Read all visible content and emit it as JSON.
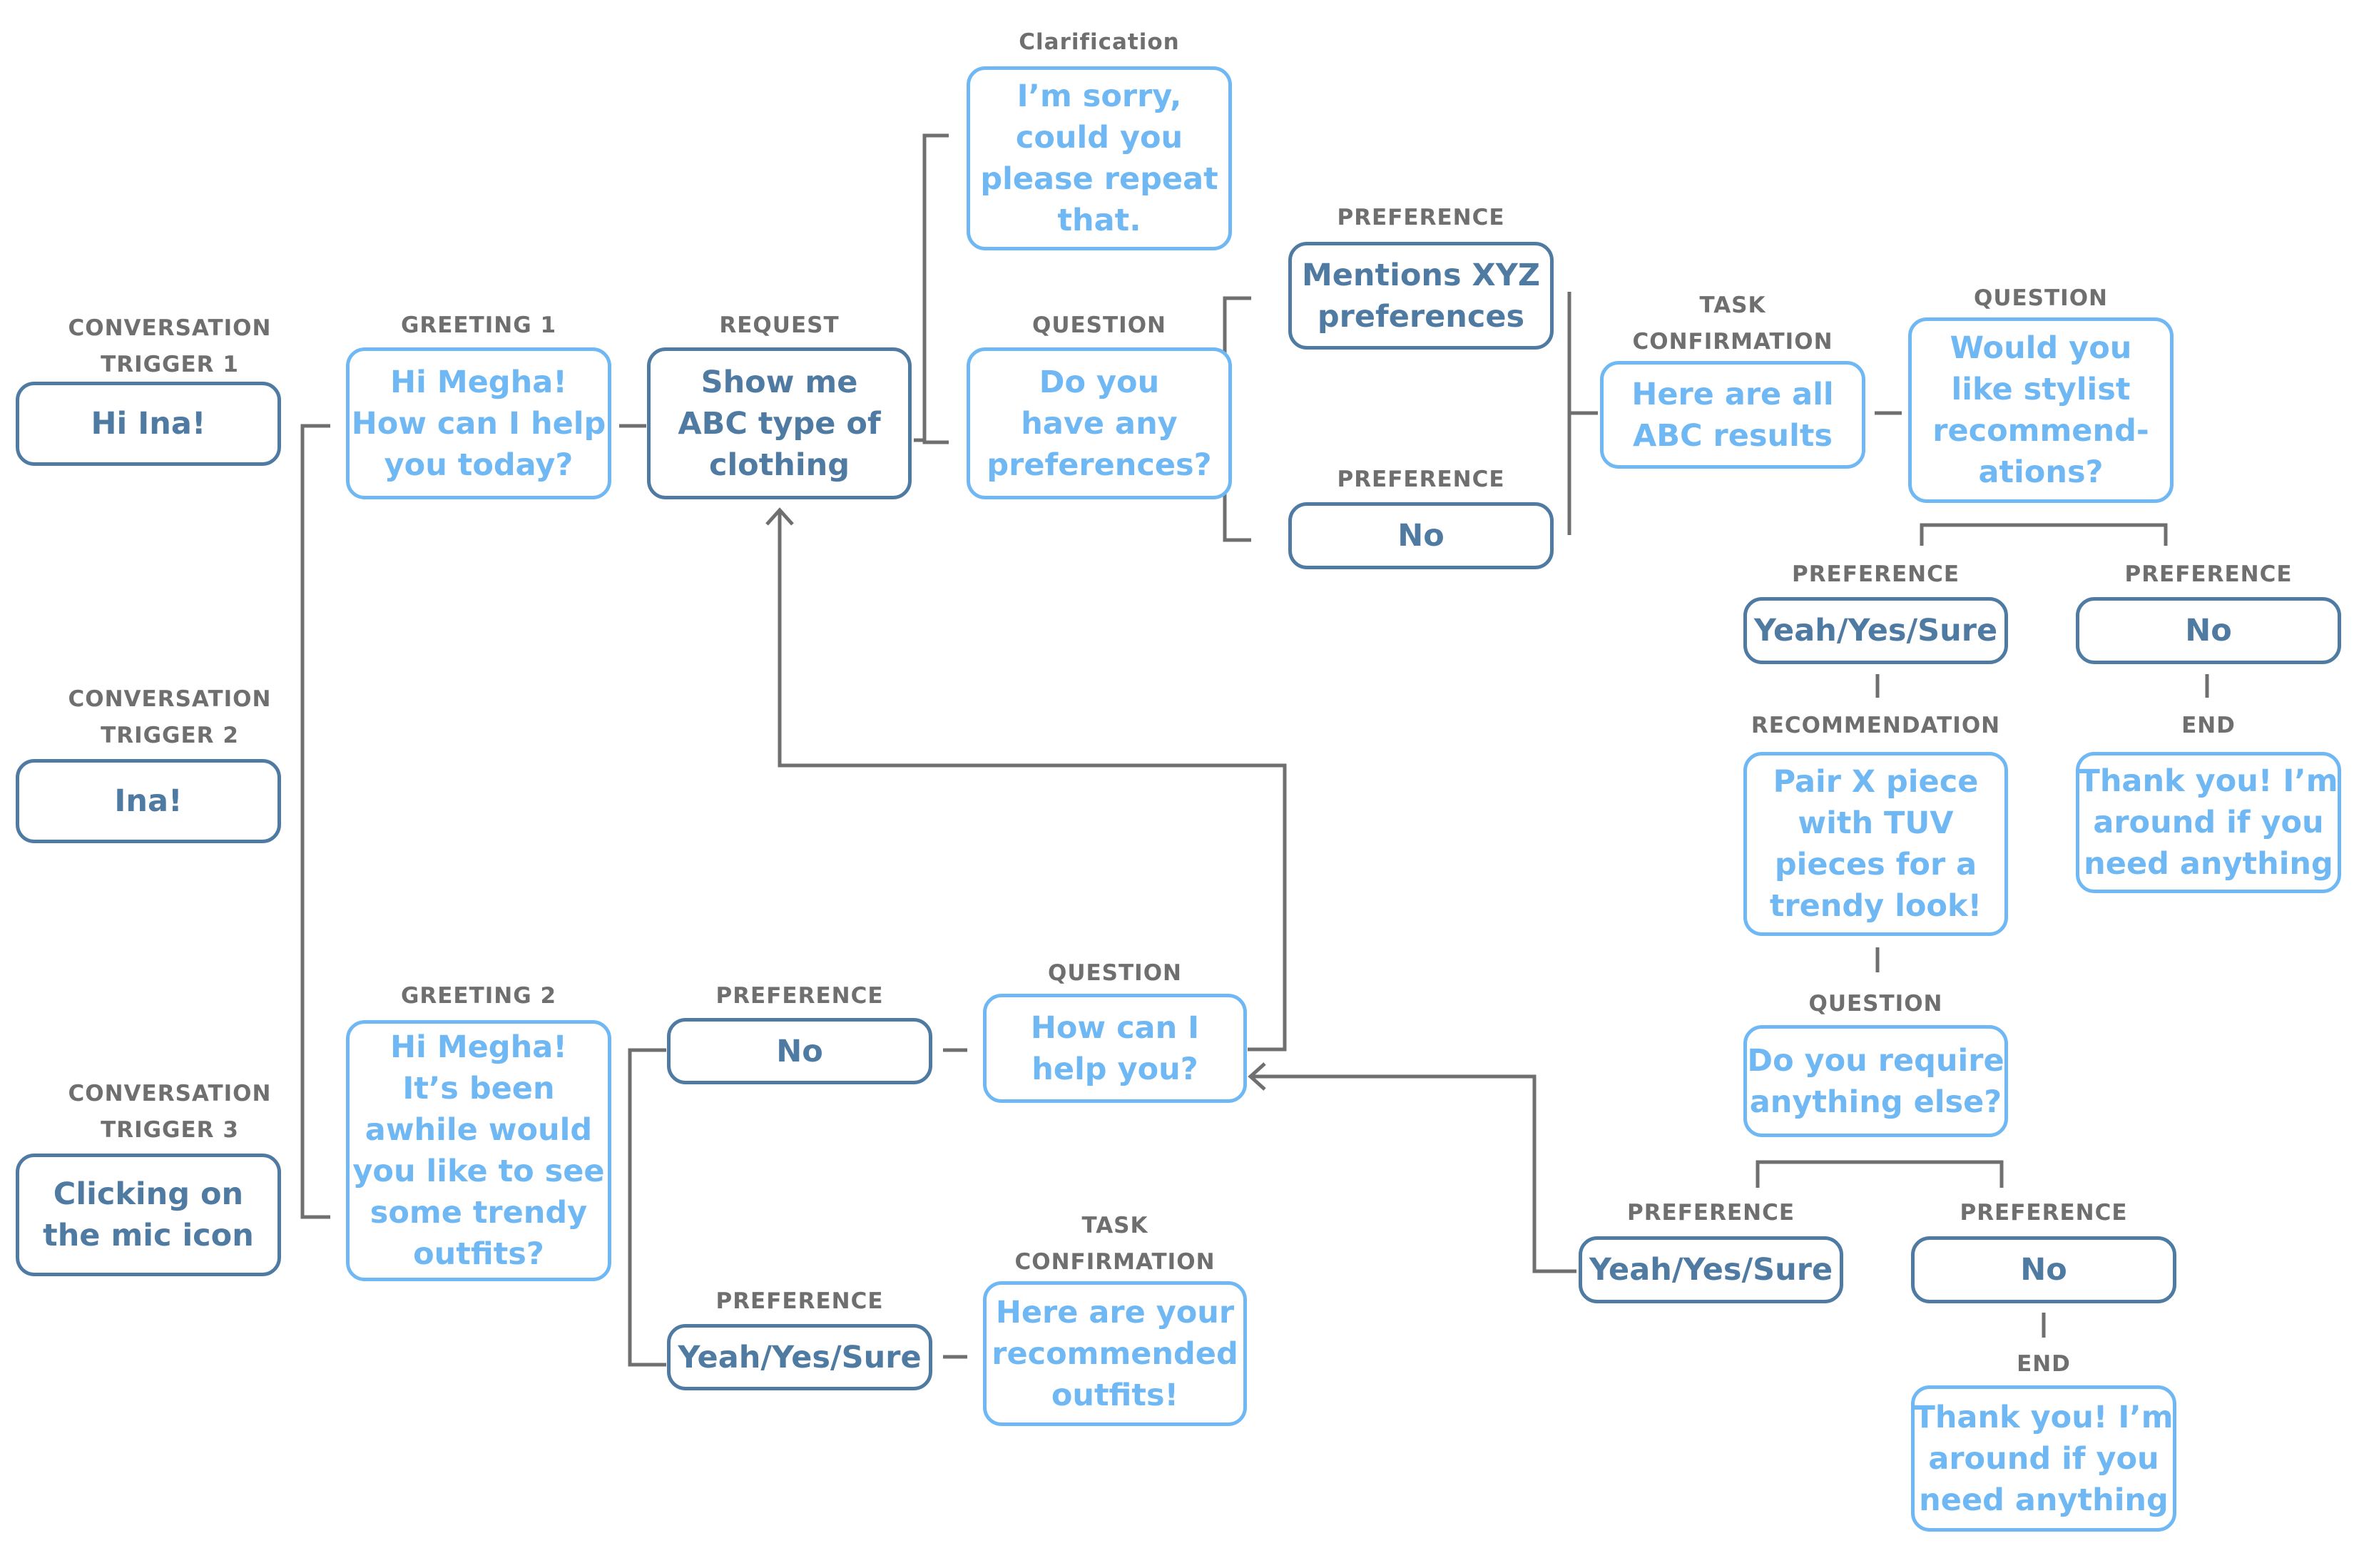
{
  "nodes": {
    "trigger1": {
      "label": "CONVERSATION\nTRIGGER 1",
      "text": "Hi Ina!"
    },
    "trigger2": {
      "label": "CONVERSATION\nTRIGGER 2",
      "text": "Ina!"
    },
    "trigger3": {
      "label": "CONVERSATION\nTRIGGER 3",
      "text": "Clicking on\nthe mic icon"
    },
    "greeting1": {
      "label": "GREETING 1",
      "text": "Hi Megha!\nHow can I help\nyou today?"
    },
    "greeting2": {
      "label": "GREETING 2",
      "text": "Hi Megha!\nIt’s been\nawhile would\nyou like to see\nsome trendy\noutfits?"
    },
    "request": {
      "label": "REQUEST",
      "text": "Show me\nABC type of\nclothing"
    },
    "clarification": {
      "label": "Clarification",
      "text": "I’m sorry,\ncould you\nplease repeat\nthat."
    },
    "question_prefs": {
      "label": "QUESTION",
      "text": "Do you\nhave any\npreferences?"
    },
    "pref_mentions": {
      "label": "PREFERENCE",
      "text": "Mentions XYZ\npreferences"
    },
    "pref_no_top": {
      "label": "PREFERENCE",
      "text": "No"
    },
    "task_abc": {
      "label": "TASK\nCONFIRMATION",
      "text": "Here are all\nABC results"
    },
    "question_stylist": {
      "label": "QUESTION",
      "text": "Would you\nlike stylist\nrecommend-\nations?"
    },
    "pref_yes_right": {
      "label": "PREFERENCE",
      "text": "Yeah/Yes/Sure"
    },
    "pref_no_right": {
      "label": "PREFERENCE",
      "text": "No"
    },
    "recommendation": {
      "label": "RECOMMENDATION",
      "text": "Pair X piece\nwith TUV\npieces for a\ntrendy look!"
    },
    "end_right": {
      "label": "END",
      "text": "Thank you! I’m\naround if you\nneed anything"
    },
    "question_else": {
      "label": "QUESTION",
      "text": "Do you require\nanything else?"
    },
    "pref_yes_bottom": {
      "label": "PREFERENCE",
      "text": "Yeah/Yes/Sure"
    },
    "pref_no_bottom": {
      "label": "PREFERENCE",
      "text": "No"
    },
    "end_bottom": {
      "label": "END",
      "text": "Thank you! I’m\naround if you\nneed anything"
    },
    "pref_no_mid": {
      "label": "PREFERENCE",
      "text": "No"
    },
    "question_help": {
      "label": "QUESTION",
      "text": "How can I\nhelp you?"
    },
    "pref_yes_mid": {
      "label": "PREFERENCE",
      "text": "Yeah/Yes/Sure"
    },
    "task_outfits": {
      "label": "TASK\nCONFIRMATION",
      "text": "Here are your\nrecommended\noutfits!"
    }
  },
  "colors": {
    "user_border": "#4f7ba3",
    "bot_border": "#6fb8f4",
    "label": "#6f6f6f",
    "connector": "#6f6f6f"
  }
}
